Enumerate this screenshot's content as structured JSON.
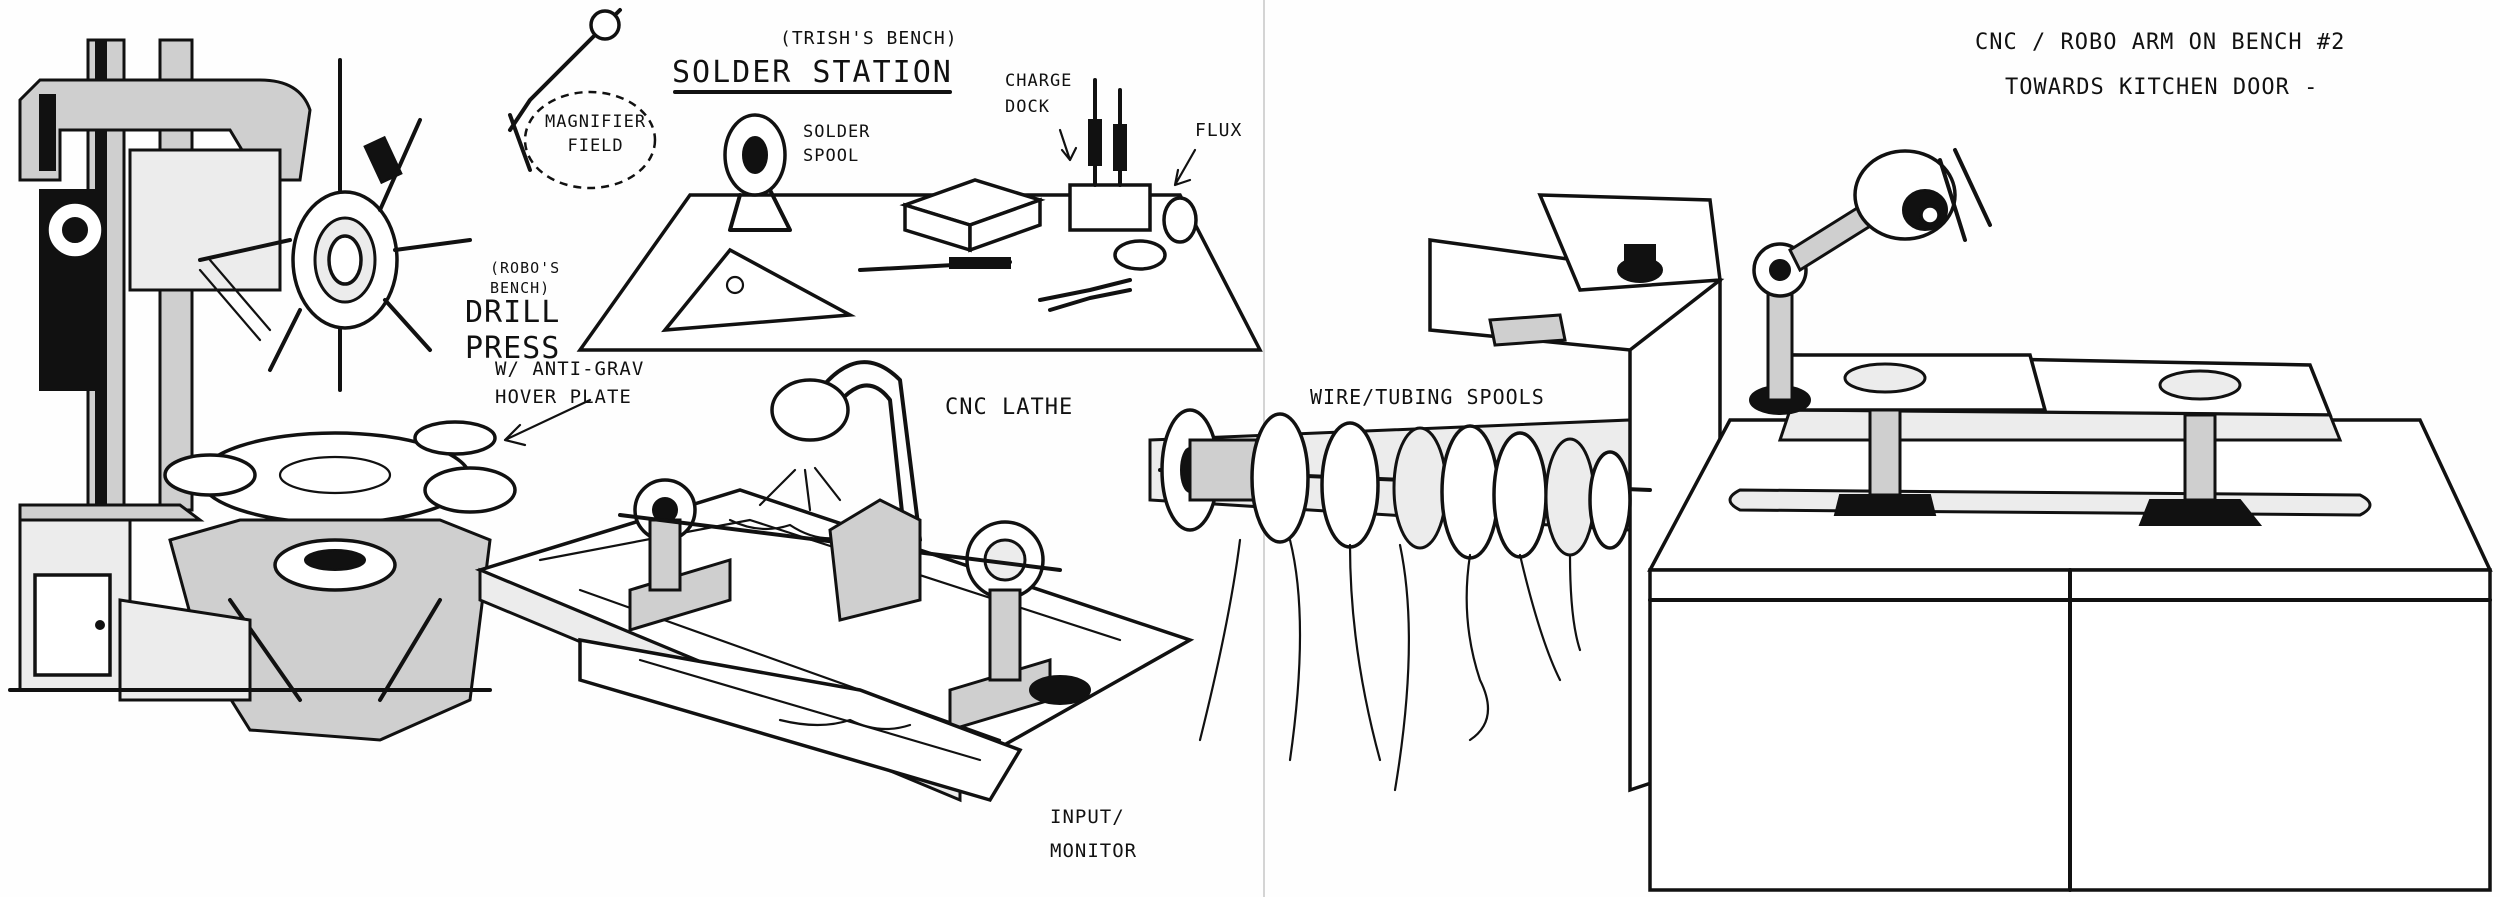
{
  "sketch": {
    "left_page": {
      "bench_note": "(Trish's Bench)",
      "solder_station": "Solder Station",
      "magnifier": "Magnifier\nField",
      "solder_spool": "Solder\nSpool",
      "charge_dock": "Charge\nDock",
      "flux": "Flux",
      "robo_note": "(Robo's\nBench)",
      "drill_press": "Drill\nPress",
      "anti_grav": "W/ Anti-Grav\nHover Plate",
      "cnc_lathe": "CNC Lathe",
      "input_monitor": "Input/\nMonitor"
    },
    "right_page": {
      "cnc_robo_arm": "CNC / Robo Arm on Bench #2",
      "towards_kitchen": "Towards Kitchen Door -",
      "wire_spools": "Wire/Tubing Spools"
    }
  }
}
